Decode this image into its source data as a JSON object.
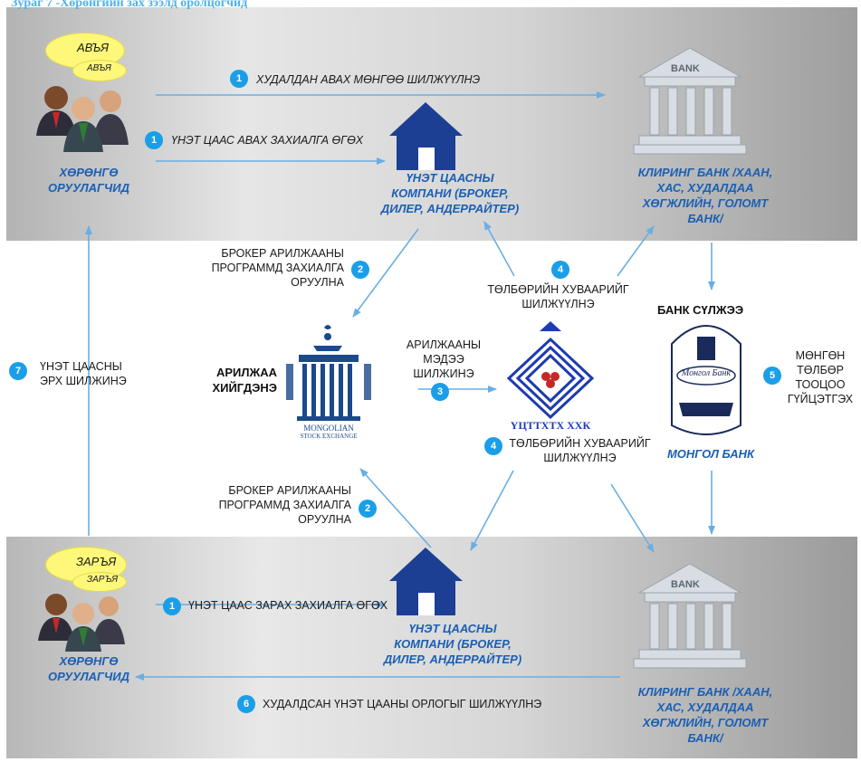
{
  "caption": "Зураг 7 -Хөрөнгийн зах зээлд оролцогчид",
  "colors": {
    "accent_blue": "#1a5fb4",
    "badge_blue": "#1a9ee8",
    "arrow": "#6aaee4",
    "bubble": "#fdf87a"
  },
  "investors_top": {
    "bubble_main": "АВЪЯ",
    "bubble_small": "АВЪЯ",
    "label": "ХӨРӨНГӨ ОРУУЛАГЧИД"
  },
  "investors_bottom": {
    "bubble_main": "ЗАРЪЯ",
    "bubble_small": "ЗАРЪЯ",
    "label": "ХӨРӨНГӨ ОРУУЛАГЧИД"
  },
  "securities_company": "ҮНЭТ ЦААСНЫ КОМПАНИ (БРОКЕР, ДИЛЕР, АНДЕРРАЙТЕР)",
  "clearing_bank": {
    "sign": "BANK",
    "label": "КЛИРИНГ БАНК /ХААН, ХАС, ХУДАЛДАА ХӨГЖЛИЙН, ГОЛОМТ БАНК/"
  },
  "exchange": {
    "label": "АРИЛЖАА ХИЙГДЭНЭ",
    "logo_line1": "MONGOLIAN",
    "logo_line2": "STOCK EXCHANGE"
  },
  "depository": {
    "logo_text": "ҮЦТТХТХ ХХК"
  },
  "central_bank": {
    "network": "БАНК СҮЛЖЭЭ",
    "label": "МОНГОЛ БАНК",
    "logo_text": "Монгол Банк"
  },
  "steps": [
    {
      "num": "1",
      "text": "ХУДАЛДАН АВАХ МӨНГӨӨ ШИЛЖҮҮЛНЭ"
    },
    {
      "num": "1",
      "text": "ҮНЭТ ЦААС АВАХ ЗАХИАЛГА ӨГӨХ"
    },
    {
      "num": "2",
      "text": "БРОКЕР АРИЛЖААНЫ ПРОГРАММД ЗАХИАЛГА ОРУУЛНА"
    },
    {
      "num": "3",
      "text": "АРИЛЖААНЫ МЭДЭЭ ШИЛЖИНЭ"
    },
    {
      "num": "4",
      "text": "ТӨЛБӨРИЙН ХУВААРИЙГ ШИЛЖҮҮЛНЭ"
    },
    {
      "num": "4",
      "text": "ТӨЛБӨРИЙН ХУВААРИЙГ ШИЛЖҮҮЛНЭ"
    },
    {
      "num": "5",
      "text": "МӨНГӨН ТӨЛБӨР ТООЦОО ГҮЙЦЭТГЭХ"
    },
    {
      "num": "2",
      "text": "БРОКЕР АРИЛЖААНЫ ПРОГРАММД ЗАХИАЛГА ОРУУЛНА"
    },
    {
      "num": "1",
      "text": "ҮНЭТ ЦААС ЗАРАХ ЗАХИАЛГА ӨГӨХ"
    },
    {
      "num": "6",
      "text": "ХУДАЛДСАН ҮНЭТ ЦААНЫ ОРЛОГЫГ ШИЛЖҮҮЛНЭ"
    },
    {
      "num": "7",
      "text": "ҮНЭТ ЦААСНЫ ЭРХ ШИЛЖИНЭ"
    }
  ]
}
